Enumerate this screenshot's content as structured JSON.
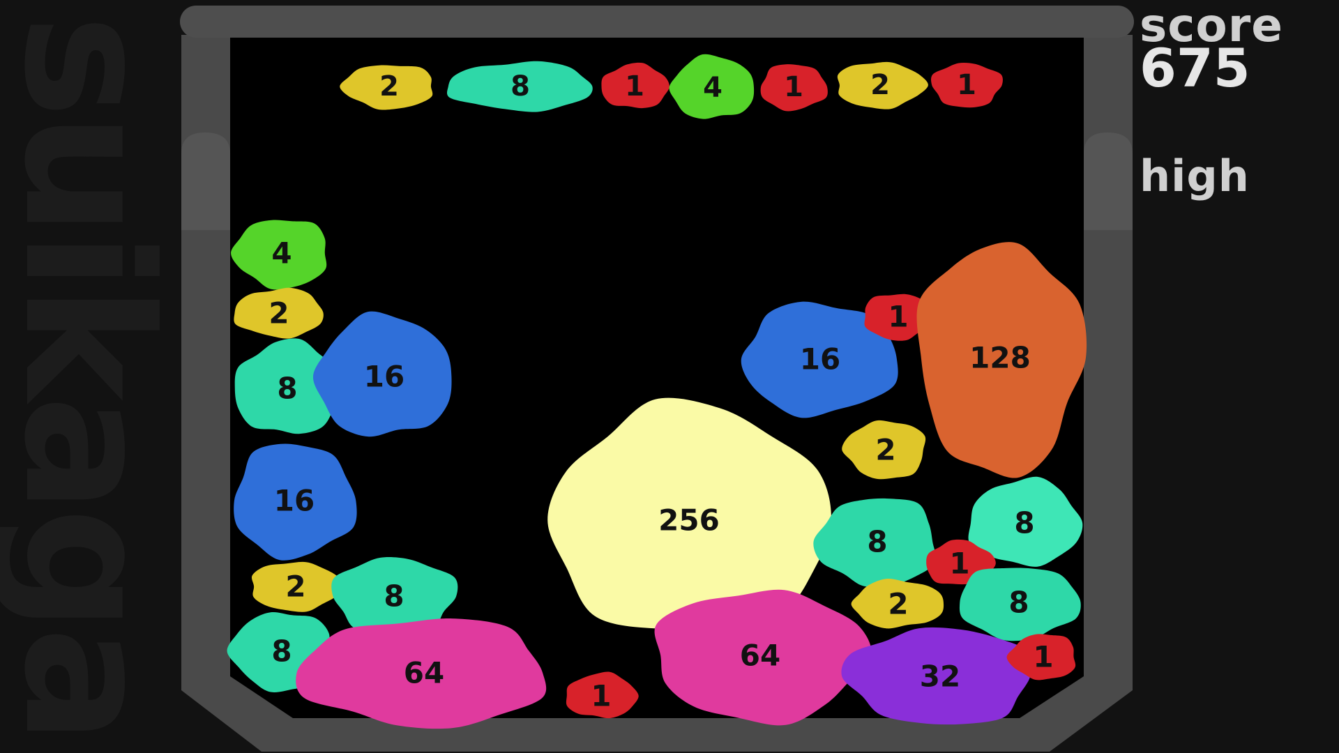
{
  "side_logo": "suikaga",
  "hud": {
    "score_label": "score",
    "score_value": "675",
    "high_label": "high"
  },
  "colors": {
    "1": "#d8222a",
    "2": "#dfc62a",
    "4": "#55d42a",
    "8": "#2ed8a8",
    "8b": "#3ee6b6",
    "16": "#2f6fd9",
    "32": "#8a2fd9",
    "64": "#e03a9e",
    "128": "#d9632f",
    "256": "#fafaa6"
  },
  "queue": [
    {
      "value": "2",
      "color": "2"
    },
    {
      "value": "8",
      "color": "8"
    },
    {
      "value": "1",
      "color": "1"
    },
    {
      "value": "4",
      "color": "4"
    },
    {
      "value": "1",
      "color": "1"
    },
    {
      "value": "2",
      "color": "2"
    },
    {
      "value": "1",
      "color": "1"
    }
  ],
  "pieces": [
    {
      "value": "4",
      "color": "4"
    },
    {
      "value": "2",
      "color": "2"
    },
    {
      "value": "8",
      "color": "8"
    },
    {
      "value": "16",
      "color": "16"
    },
    {
      "value": "16",
      "color": "16"
    },
    {
      "value": "2",
      "color": "2"
    },
    {
      "value": "8",
      "color": "8"
    },
    {
      "value": "8",
      "color": "8"
    },
    {
      "value": "64",
      "color": "64"
    },
    {
      "value": "1",
      "color": "1"
    },
    {
      "value": "256",
      "color": "256"
    },
    {
      "value": "16",
      "color": "16"
    },
    {
      "value": "1",
      "color": "1"
    },
    {
      "value": "128",
      "color": "128"
    },
    {
      "value": "2",
      "color": "2"
    },
    {
      "value": "8",
      "color": "8"
    },
    {
      "value": "8",
      "color": "8b"
    },
    {
      "value": "1",
      "color": "1"
    },
    {
      "value": "2",
      "color": "2"
    },
    {
      "value": "8",
      "color": "8"
    },
    {
      "value": "64",
      "color": "64"
    },
    {
      "value": "32",
      "color": "32"
    },
    {
      "value": "1",
      "color": "1"
    }
  ]
}
